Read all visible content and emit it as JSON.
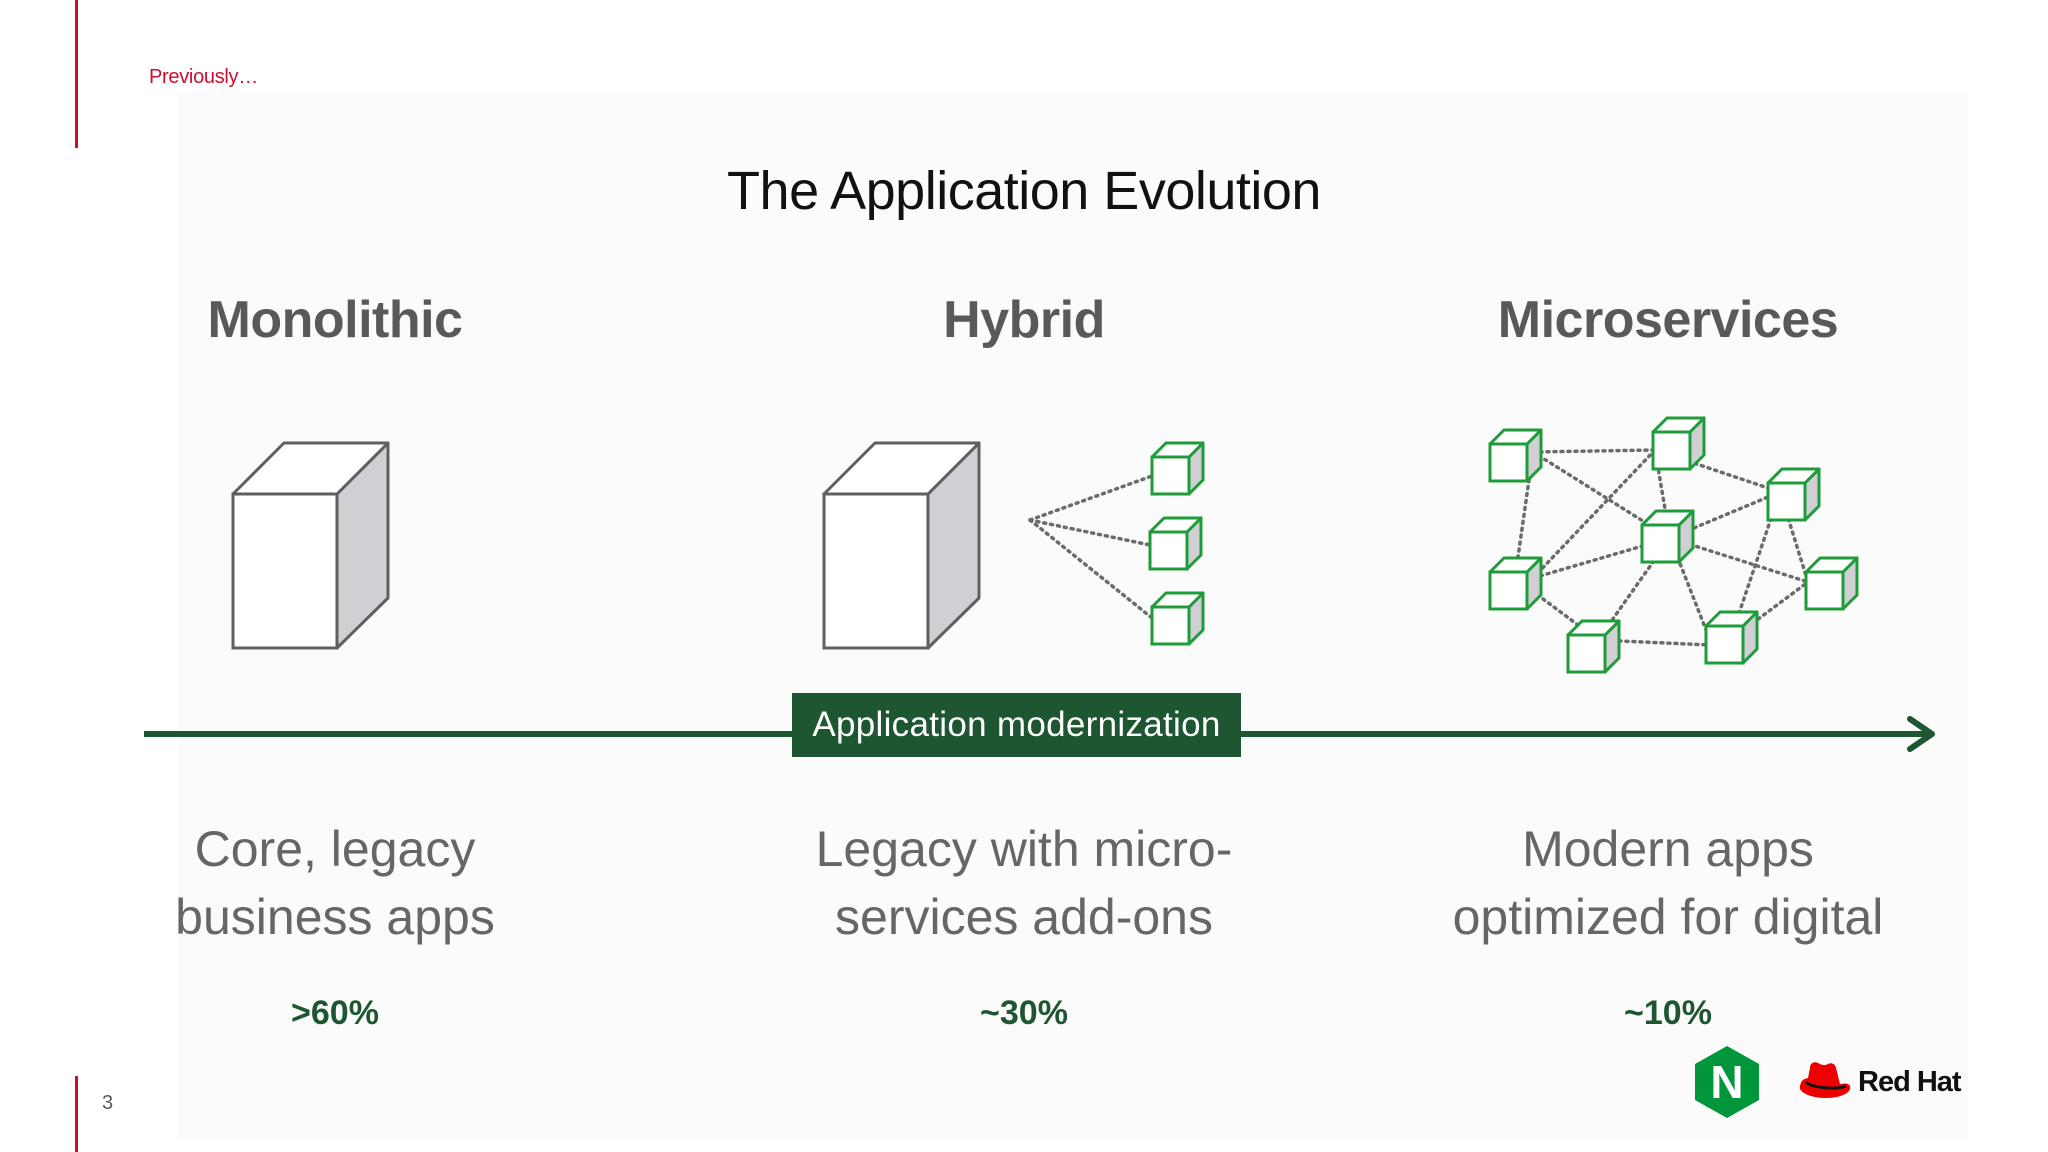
{
  "header": {
    "kicker": "Previously…",
    "title": "The Application Evolution"
  },
  "columns": [
    {
      "heading": "Monolithic",
      "description_line1": "Core, legacy",
      "description_line2": "business apps",
      "share": ">60%"
    },
    {
      "heading": "Hybrid",
      "description_line1": "Legacy with micro-",
      "description_line2": "services add-ons",
      "share": "~30%"
    },
    {
      "heading": "Microservices",
      "description_line1": "Modern apps",
      "description_line2": "optimized for digital",
      "share": "~10%"
    }
  ],
  "timeline": {
    "label": "Application modernization"
  },
  "footer": {
    "page_number": "3",
    "logos": {
      "nginx": "N",
      "redhat": "Red Hat"
    }
  },
  "colors": {
    "accent_red": "#c8102e",
    "green_dark": "#1f5632",
    "green_icon": "#1e9b3a",
    "heading_gray": "#595959",
    "cube_side": "#d0cfd3"
  }
}
